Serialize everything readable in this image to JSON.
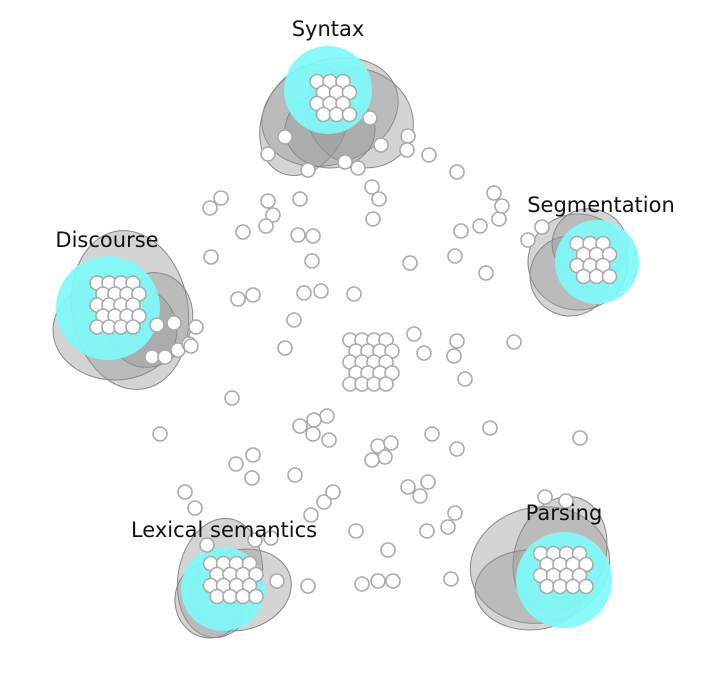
{
  "colors": {
    "cluster_fill": "#7ffafa",
    "blob_fill": "#999999",
    "node_fill": "#ffffff",
    "node_stroke": "#aaaaaa",
    "label_color": "#111111"
  },
  "clusters": [
    {
      "id": "syntax",
      "label": "Syntax"
    },
    {
      "id": "segmentation",
      "label": "Segmentation"
    },
    {
      "id": "discourse",
      "label": "Discourse"
    },
    {
      "id": "lexical-semantics",
      "label": "Lexical semantics"
    },
    {
      "id": "parsing",
      "label": "Parsing"
    }
  ]
}
